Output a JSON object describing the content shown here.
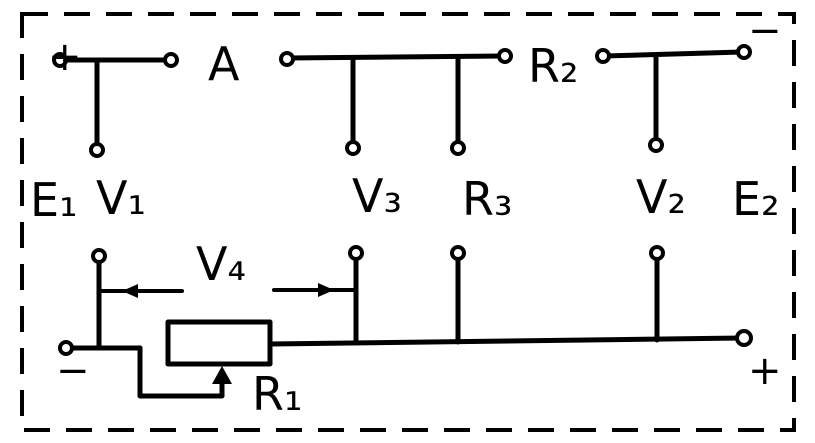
{
  "labels": {
    "A": "A",
    "R2": "R₂",
    "E1": "E₁",
    "V1": "V₁",
    "V3": "V₃",
    "R3": "R₃",
    "V2": "V₂",
    "E2": "E₂",
    "V4": "V₄",
    "R1": "R₁"
  },
  "polarity": {
    "e1_top": "+",
    "e1_bottom": "−",
    "e2_top": "−",
    "e2_bottom": "+"
  }
}
